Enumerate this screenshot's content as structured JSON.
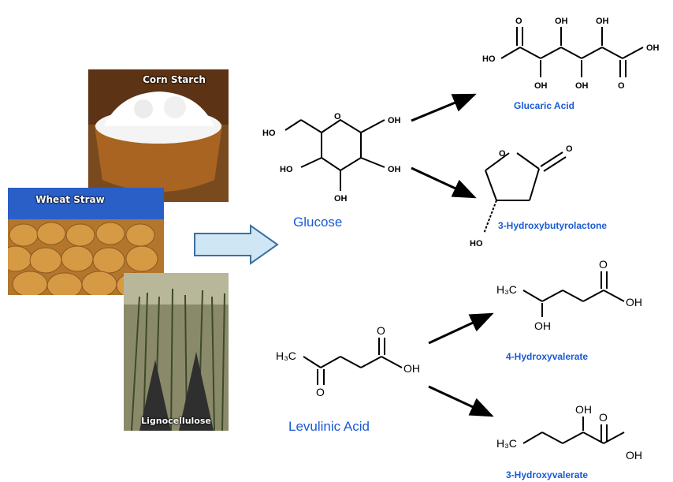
{
  "sources": {
    "corn_starch": "Corn Starch",
    "wheat_straw": "Wheat Straw",
    "lignocellulose": "Lignocellulose"
  },
  "intermediates": {
    "glucose": "Glucose",
    "levulinic_acid": "Levulinic Acid"
  },
  "products": {
    "glucaric_acid": "Glucaric Acid",
    "hydroxybutyrolactone": "3-Hydroxybutyrolactone",
    "hydroxyvalerate_4": "4-Hydroxyvalerate",
    "hydroxyvalerate_3": "3-Hydroxyvalerate"
  },
  "atoms": {
    "oh": "OH",
    "ho": "HO",
    "o": "O",
    "h3c": "H₃C"
  },
  "colors": {
    "caption_blue": "#1a5ad6",
    "arrow_fill": "#cfe6f5",
    "arrow_stroke": "#3b6fa0"
  }
}
